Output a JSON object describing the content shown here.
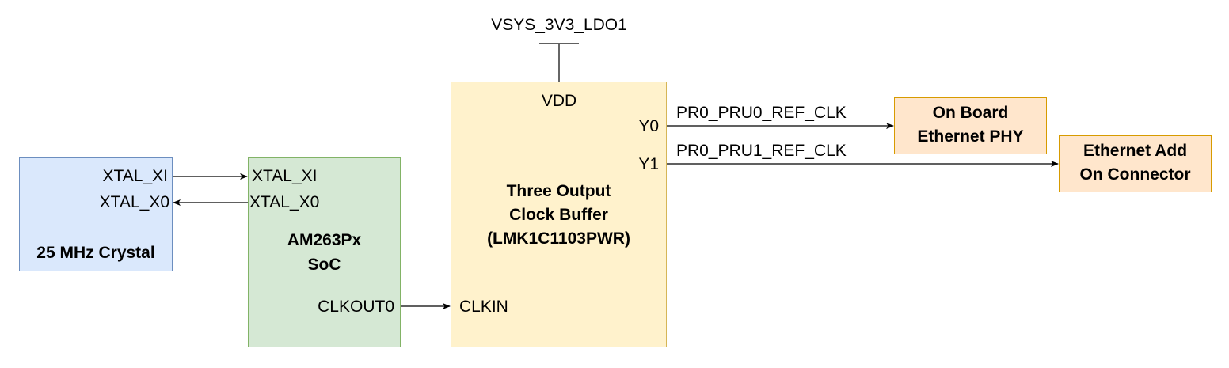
{
  "supply": {
    "net": "VSYS_3V3_LDO1"
  },
  "crystal": {
    "title": "25 MHz Crystal",
    "pin_xi": "XTAL_XI",
    "pin_xo": "XTAL_X0",
    "fill": "#dae8fc",
    "stroke": "#6c8ebf"
  },
  "soc": {
    "title_line1": "AM263Px",
    "title_line2": "SoC",
    "pin_xi": "XTAL_XI",
    "pin_xo": "XTAL_X0",
    "pin_clkout": "CLKOUT0",
    "fill": "#d5e8d4",
    "stroke": "#82b366"
  },
  "buffer": {
    "title_line1": "Three Output",
    "title_line2": "Clock Buffer",
    "title_line3": "(LMK1C1103PWR)",
    "pin_vdd": "VDD",
    "pin_y0": "Y0",
    "pin_y1": "Y1",
    "pin_clkin": "CLKIN",
    "fill": "#fff2cc",
    "stroke": "#d6b656"
  },
  "phy": {
    "title_line1": "On Board",
    "title_line2": "Ethernet PHY",
    "fill": "#ffe6cc",
    "stroke": "#d79b00"
  },
  "connector": {
    "title_line1": "Ethernet Add",
    "title_line2": "On Connector",
    "fill": "#ffe6cc",
    "stroke": "#d79b00"
  },
  "nets": {
    "y0": "PR0_PRU0_REF_CLK",
    "y1": "PR0_PRU1_REF_CLK"
  }
}
